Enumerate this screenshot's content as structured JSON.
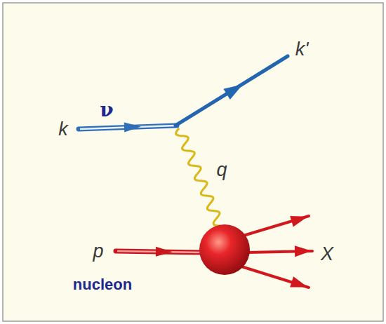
{
  "diagram": {
    "labels": [
      "k'",
      "ν",
      "k",
      "q",
      "p",
      "X",
      "nucleon"
    ]
  }
}
